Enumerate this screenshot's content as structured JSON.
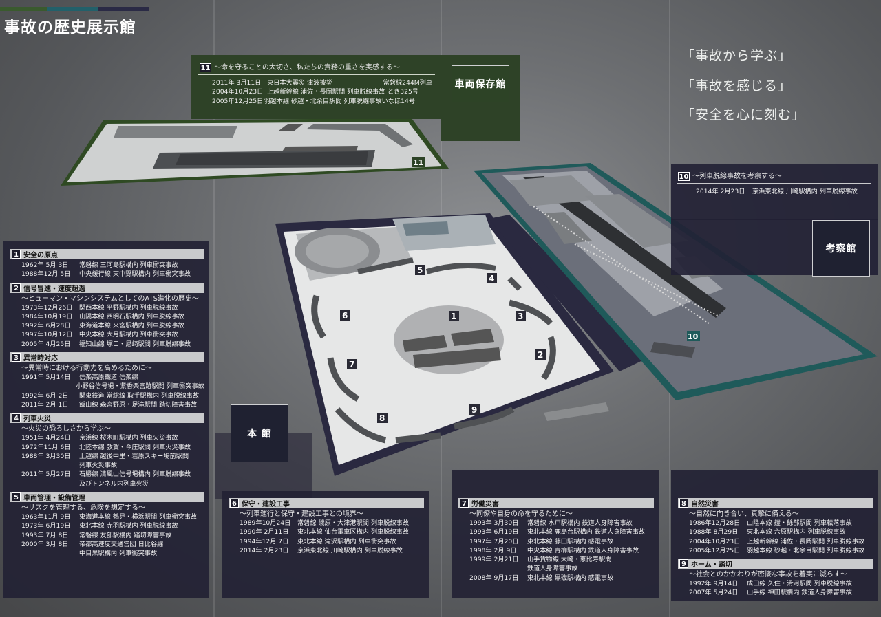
{
  "title": "事故の歴史展示館",
  "colors": {
    "navy": "#232234",
    "green": "#2e4227",
    "floor": "#e3e4e4",
    "teal": "#1f5a5a"
  },
  "mottos": [
    "「事故から学ぶ」",
    "「事故を感じる」",
    "「安全を心に刻む」"
  ],
  "buildings": {
    "vehicle": "車両保存館",
    "study": "考察館",
    "main": "本 館"
  },
  "map_numbers": [
    "1",
    "2",
    "3",
    "4",
    "5",
    "6",
    "7",
    "8",
    "9",
    "10",
    "11"
  ],
  "sections": {
    "s11": {
      "num": "11",
      "subtitle": "〜命を守ることの大切さ、私たちの責務の重さを実感する〜",
      "rows": [
        {
          "date": "2011年 3月11日",
          "text": "東日本大震災 津波被災",
          "extra": "常磐線244M列車"
        },
        {
          "date": "2004年10月23日",
          "text": "上越新幹線 浦佐・長岡駅間 列車脱線事故",
          "extra": "とき325号"
        },
        {
          "date": "2005年12月25日",
          "text": "羽越本線 砂越・北余目駅間 列車脱線事故",
          "extra": "いなほ14号"
        }
      ]
    },
    "s10": {
      "num": "10",
      "subtitle": "〜列車脱線事故を考察する〜",
      "rows": [
        {
          "date": "2014年 2月23日",
          "text": "京浜東北線 川崎駅構内 列車脱線事故"
        }
      ]
    },
    "s1": {
      "num": "1",
      "heading": "安全の原点",
      "rows": [
        {
          "date": "1962年 5月 3日",
          "text": "常磐線 三河島駅構内 列車衝突事故"
        },
        {
          "date": "1988年12月 5日",
          "text": "中央緩行線 東中野駅構内 列車衝突事故"
        }
      ]
    },
    "s2": {
      "num": "2",
      "heading": "信号冒進・速度超過",
      "subtitle": "〜ヒューマン・マシンシステムとしてのATS進化の歴史〜",
      "rows": [
        {
          "date": "1973年12月26日",
          "text": "関西本線 平野駅構内 列車脱線事故"
        },
        {
          "date": "1984年10月19日",
          "text": "山陽本線 西明石駅構内 列車脱線事故"
        },
        {
          "date": "1992年 6月28日",
          "text": "東海道本線 来宮駅構内 列車脱線事故"
        },
        {
          "date": "1997年10月12日",
          "text": "中央本線 大月駅構内 列車衝突事故"
        },
        {
          "date": "2005年 4月25日",
          "text": "福知山線 塚口・尼崎駅間 列車脱線事故"
        }
      ]
    },
    "s3": {
      "num": "3",
      "heading": "異常時対応",
      "subtitle": "〜異常時における行動力を高めるために〜",
      "rows": [
        {
          "date": "1991年 5月14日",
          "text": "信楽高原鐵道 信楽線"
        },
        {
          "date": "",
          "text": "小野谷信号場・紫香楽宮跡駅間 列車衝突事故"
        },
        {
          "date": "1992年 6月 2日",
          "text": "関東鉄道 常総線 取手駅構内 列車脱線事故"
        },
        {
          "date": "2011年 2月 1日",
          "text": "飯山線 森宮野原・足滝駅間 踏切障害事故"
        }
      ]
    },
    "s4": {
      "num": "4",
      "heading": "列車火災",
      "subtitle": "〜火災の恐ろしさから学ぶ〜",
      "rows": [
        {
          "date": "1951年 4月24日",
          "text": "京浜線 桜木町駅構内 列車火災事故"
        },
        {
          "date": "1972年11月 6日",
          "text": "北陸本線 敦賀・今庄駅間 列車火災事故"
        },
        {
          "date": "1988年 3月30日",
          "text": "上越線 越後中里・岩原スキー場前駅間"
        },
        {
          "date": "",
          "text": "列車火災事故"
        },
        {
          "date": "2011年 5月27日",
          "text": "石勝線 清風山信号場構内 列車脱線事故"
        },
        {
          "date": "",
          "text": "及びトンネル内列車火災"
        }
      ]
    },
    "s5": {
      "num": "5",
      "heading": "車両管理・設備管理",
      "subtitle": "〜リスクを管理する、危険を想定する〜",
      "rows": [
        {
          "date": "1963年11月 9日",
          "text": "東海道本線 鶴見・横浜駅間 列車衝突事故"
        },
        {
          "date": "1973年 6月19日",
          "text": "東北本線 赤羽駅構内 列車脱線事故"
        },
        {
          "date": "1993年 7月 8日",
          "text": "常磐線 友部駅構内 踏切障害事故"
        },
        {
          "date": "2000年 3月 8日",
          "text": "帝都高速度交通営団 日比谷線"
        },
        {
          "date": "",
          "text": "中目黒駅構内 列車衝突事故"
        }
      ]
    },
    "s6": {
      "num": "6",
      "heading": "保守・建設工事",
      "subtitle": "〜列車運行と保守・建設工事との境界〜",
      "rows": [
        {
          "date": "1989年10月24日",
          "text": "常磐線 磯原・大津港駅間 列車脱線事故"
        },
        {
          "date": "1990年 2月11日",
          "text": "東北本線 仙台電車区構内 列車脱線事故"
        },
        {
          "date": "1994年12月 7日",
          "text": "東北本線 滝沢駅構内 列車衝突事故"
        },
        {
          "date": "2014年 2月23日",
          "text": "京浜東北線 川崎駅構内 列車脱線事故"
        }
      ]
    },
    "s7": {
      "num": "7",
      "heading": "労働災害",
      "subtitle": "〜同僚や自身の命を守るために〜",
      "rows": [
        {
          "date": "1993年 3月30日",
          "text": "常磐線 水戸駅構内 鉄道人身障害事故"
        },
        {
          "date": "1993年 6月19日",
          "text": "東北本線 鹿島台駅構内 鉄道人身障害事故"
        },
        {
          "date": "1997年 7月20日",
          "text": "東北本線 藤田駅構内 感電事故"
        },
        {
          "date": "1998年 2月 9日",
          "text": "中央本線 青柳駅構内 鉄道人身障害事故"
        },
        {
          "date": "1999年 2月21日",
          "text": "山手貨物線 大崎・恵比寿駅間"
        },
        {
          "date": "",
          "text": "鉄道人身障害事故"
        },
        {
          "date": "2008年 9月17日",
          "text": "東北本線 黒磯駅構内 感電事故"
        }
      ]
    },
    "s8": {
      "num": "8",
      "heading": "自然災害",
      "subtitle": "〜自然に向き合い、真摯に備える〜",
      "rows": [
        {
          "date": "1986年12月28日",
          "text": "山陰本線 鎧・餘部駅間 列車転落事故"
        },
        {
          "date": "1988年 8月29日",
          "text": "東北本線 六原駅構内 列車脱線事故"
        },
        {
          "date": "2004年10月23日",
          "text": "上越新幹線 浦佐・長岡駅間 列車脱線事故"
        },
        {
          "date": "2005年12月25日",
          "text": "羽越本線 砂越・北余目駅間 列車脱線事故"
        }
      ]
    },
    "s9": {
      "num": "9",
      "heading": "ホーム・踏切",
      "subtitle": "〜社会とのかかわりが密接な事故を着実に減らす〜",
      "rows": [
        {
          "date": "1992年 9月14日",
          "text": "成田線 久住・滑河駅間 列車脱線事故"
        },
        {
          "date": "2007年 5月24日",
          "text": "山手線 神田駅構内 鉄道人身障害事故"
        }
      ]
    }
  }
}
